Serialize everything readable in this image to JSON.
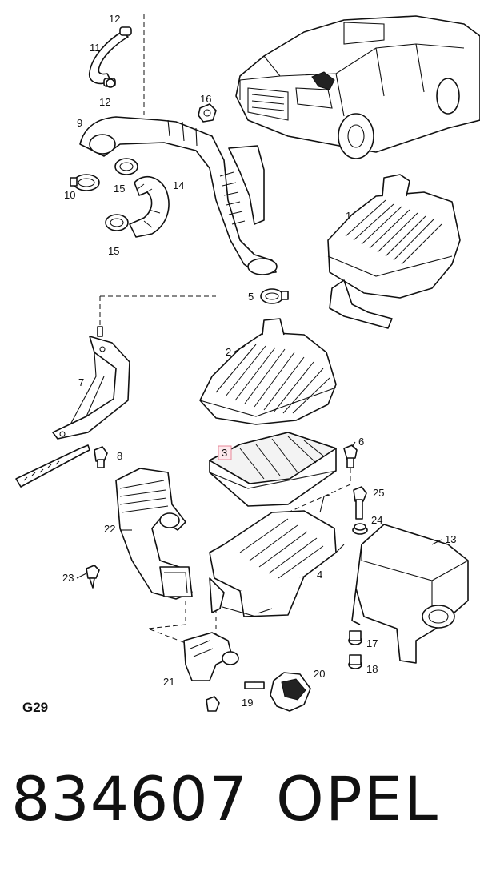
{
  "diagram": {
    "sheet_code": "G29",
    "highlighted_callout": "3",
    "callouts": {
      "c1": "1",
      "c2": "2",
      "c3": "3",
      "c4": "4",
      "c5": "5",
      "c6": "6",
      "c7": "7",
      "c8": "8",
      "c9": "9",
      "c10": "10",
      "c11": "11",
      "c12a": "12",
      "c12b": "12",
      "c13": "13",
      "c14": "14",
      "c15a": "15",
      "c15b": "15",
      "c16": "16",
      "c17": "17",
      "c18": "18",
      "c19": "19",
      "c20": "20",
      "c21": "21",
      "c22": "22",
      "c23": "23",
      "c24": "24",
      "c25": "25"
    }
  },
  "caption": {
    "part_number": "834607",
    "brand": "OPEL"
  },
  "colors": {
    "highlight_box": "#e8889a",
    "line": "#111111",
    "background": "#ffffff"
  }
}
